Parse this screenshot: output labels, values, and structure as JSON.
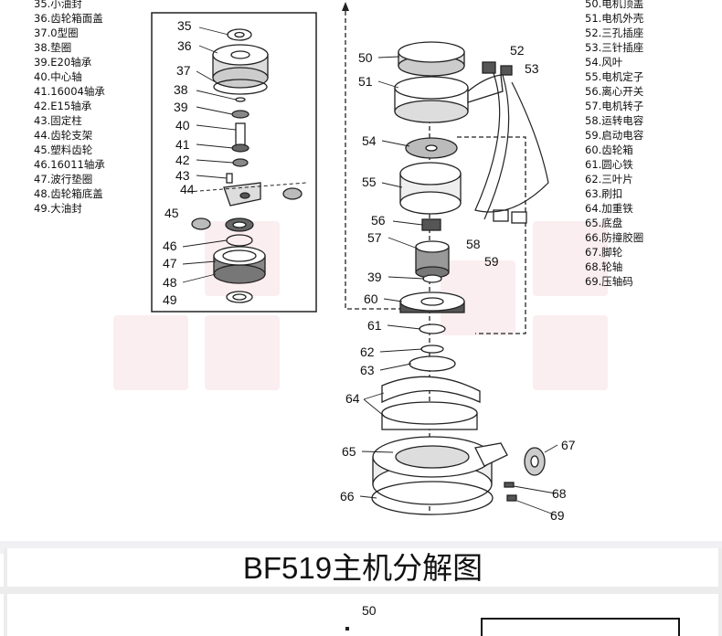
{
  "legend_left": [
    "35.小油封",
    "36.齿轮箱面盖",
    "37.0型圈",
    "38.垫圈",
    "39.E20轴承",
    "40.中心轴",
    "41.16004轴承",
    "42.E15轴承",
    "43.固定柱",
    "44.齿轮支架",
    "45.塑料齿轮",
    "46.16011轴承",
    "47.波行垫圈",
    "48.齿轮箱底盖",
    "49.大油封"
  ],
  "legend_right": [
    "50.电机顶盖",
    "51.电机外壳",
    "52.三孔插座",
    "53.三针插座",
    "54.风叶",
    "55.电机定子",
    "56.离心开关",
    "57.电机转子",
    "58.运转电容",
    "59.启动电容",
    "60.齿轮箱",
    "61.圆心铁",
    "62.三叶片",
    "63.刷扣",
    "64.加重铁",
    "65.底盘",
    "66.防撞胶圈",
    "67.脚轮",
    "68.轮轴",
    "69.压轴码"
  ],
  "callouts": [
    "35",
    "36",
    "37",
    "38",
    "39",
    "40",
    "41",
    "42",
    "43",
    "44",
    "45",
    "46",
    "47",
    "48",
    "49",
    "50",
    "51",
    "52",
    "53",
    "54",
    "55",
    "56",
    "57",
    "58",
    "59",
    "39",
    "60",
    "61",
    "62",
    "63",
    "64",
    "65",
    "66",
    "67",
    "68",
    "69"
  ],
  "title": "BF519主机分解图",
  "preview_callout": "50"
}
